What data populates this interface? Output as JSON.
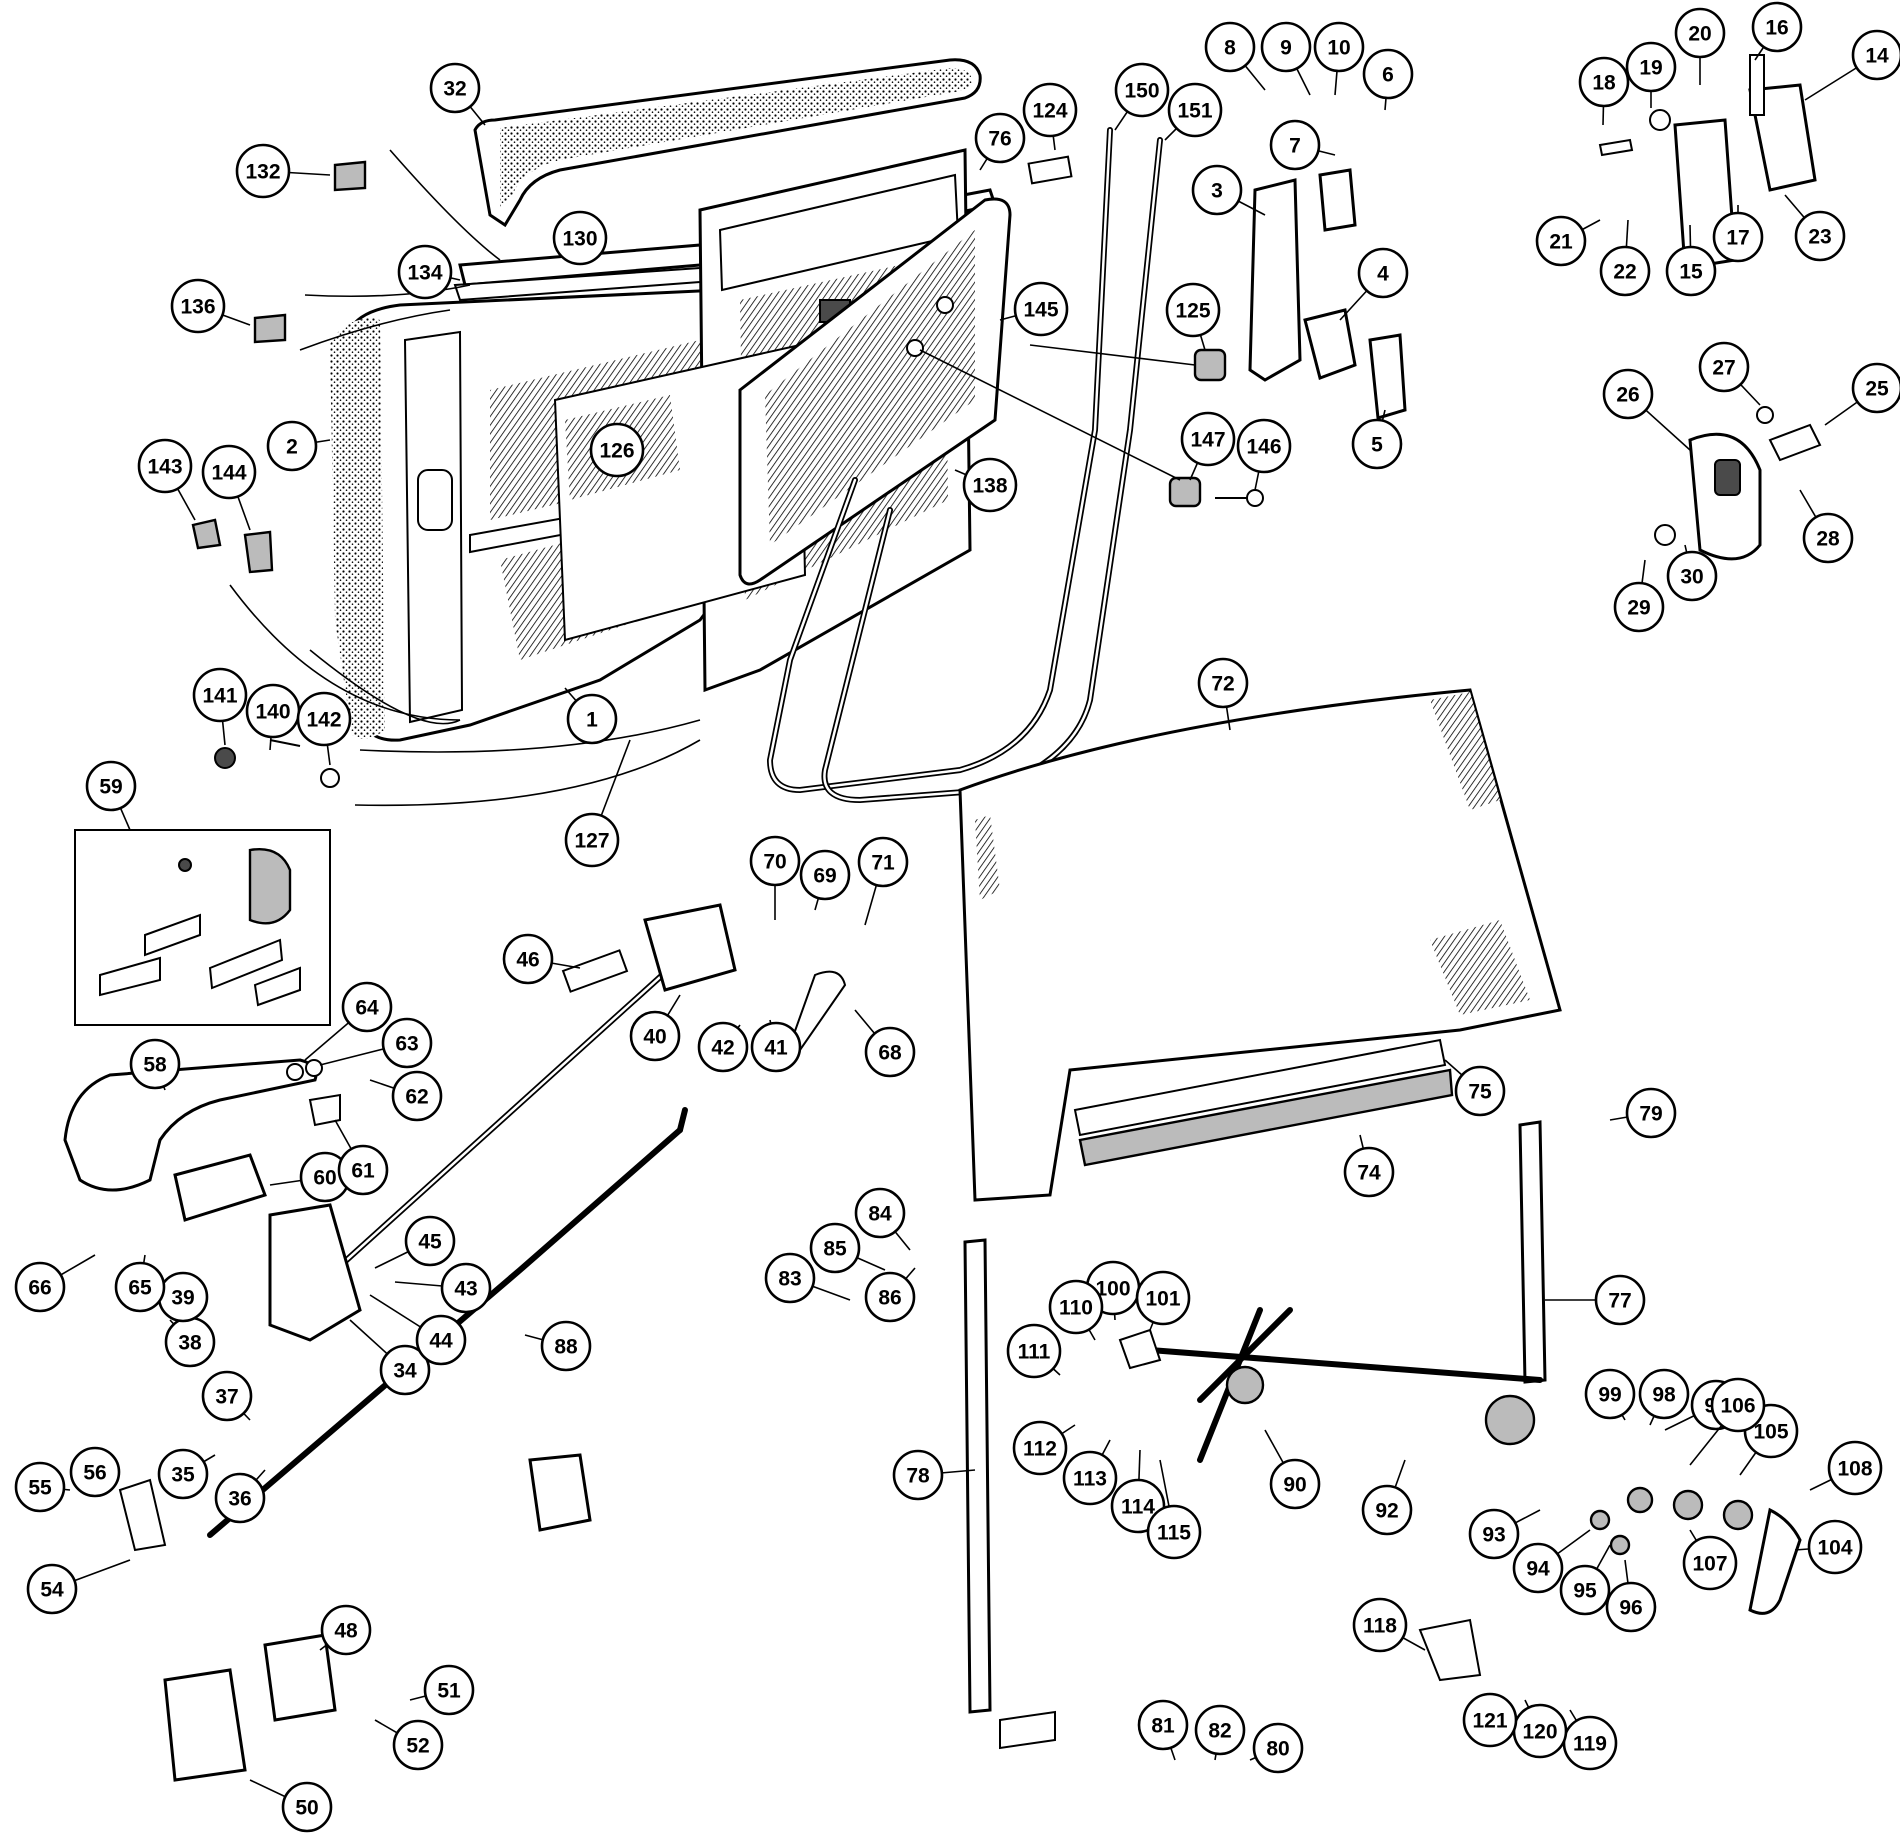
{
  "callouts": [
    "1",
    "2",
    "3",
    "4",
    "5",
    "6",
    "7",
    "8",
    "9",
    "10",
    "14",
    "15",
    "16",
    "17",
    "18",
    "19",
    "20",
    "21",
    "22",
    "23",
    "25",
    "26",
    "27",
    "28",
    "29",
    "30",
    "32",
    "34",
    "35",
    "36",
    "37",
    "38",
    "39",
    "40",
    "41",
    "42",
    "43",
    "44",
    "45",
    "46",
    "48",
    "50",
    "51",
    "52",
    "54",
    "55",
    "56",
    "58",
    "59",
    "60",
    "61",
    "62",
    "63",
    "64",
    "65",
    "66",
    "68",
    "69",
    "70",
    "71",
    "72",
    "74",
    "75",
    "76",
    "77",
    "78",
    "79",
    "80",
    "81",
    "82",
    "83",
    "84",
    "85",
    "86",
    "88",
    "90",
    "92",
    "93",
    "94",
    "95",
    "96",
    "97",
    "98",
    "99",
    "100",
    "101",
    "104",
    "105",
    "106",
    "107",
    "108",
    "110",
    "111",
    "112",
    "113",
    "114",
    "115",
    "118",
    "119",
    "120",
    "121",
    "124",
    "125",
    "126",
    "127",
    "130",
    "132",
    "134",
    "136",
    "138",
    "140",
    "141",
    "142",
    "143",
    "144",
    "145",
    "146",
    "147",
    "150",
    "151"
  ]
}
